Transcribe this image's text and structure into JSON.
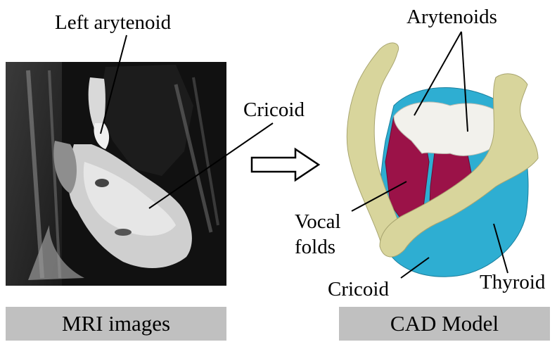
{
  "labels": {
    "left_arytenoid": "Left arytenoid",
    "cricoid_mri": "Cricoid",
    "arytenoids": "Arytenoids",
    "vocal": "Vocal",
    "folds": "folds",
    "cricoid_cad": "Cricoid",
    "thyroid": "Thyroid"
  },
  "captions": {
    "mri": "MRI images",
    "cad": "CAD Model"
  },
  "colors": {
    "thyroid": "#d8d59c",
    "cricoid": "#2eaed2",
    "arytenoid": "#f2f1ec",
    "vocal_folds": "#9b1248",
    "caption_bg": "#c0c0c0"
  },
  "icons": [
    "right-arrow-icon"
  ]
}
